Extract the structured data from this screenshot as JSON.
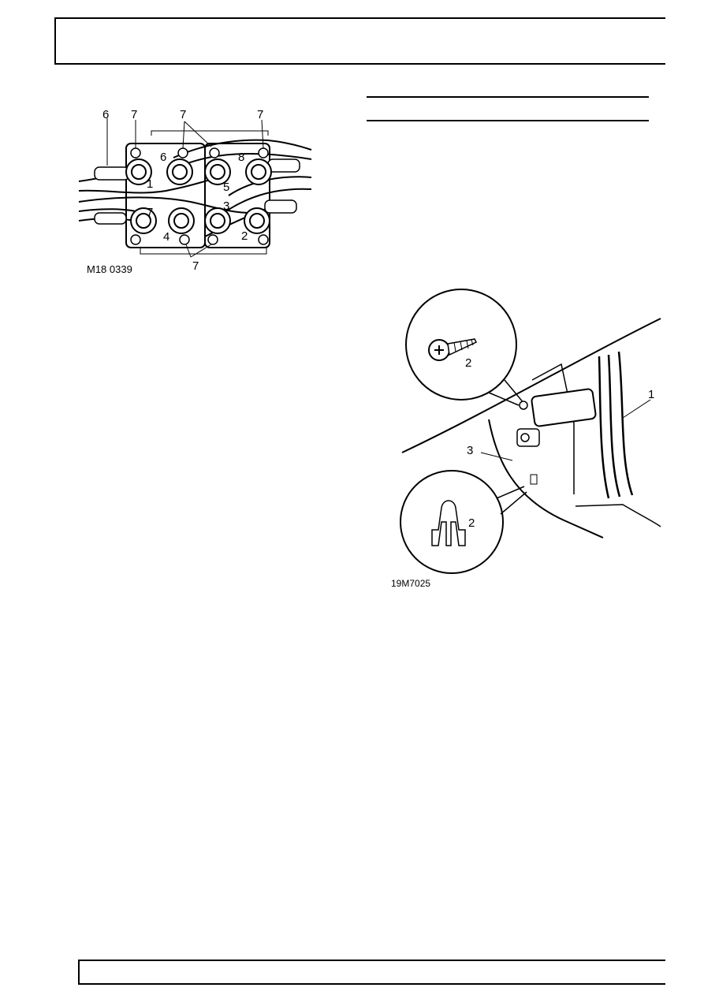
{
  "figure1": {
    "code": "M18 0339",
    "callouts": [
      "6",
      "7",
      "7",
      "7",
      "6",
      "8",
      "1",
      "5",
      "3",
      "7",
      "4",
      "2",
      "7"
    ]
  },
  "figure2": {
    "code": "19M7025",
    "callouts": [
      "1",
      "2",
      "3",
      "2"
    ]
  }
}
